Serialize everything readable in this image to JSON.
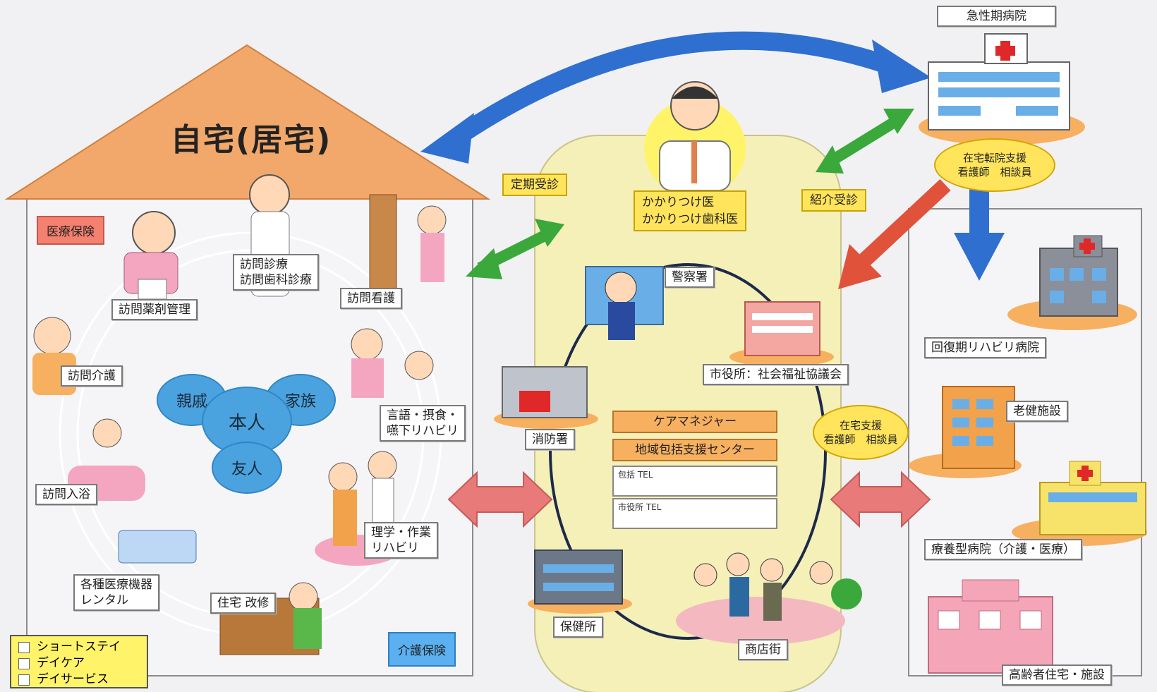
{
  "home": {
    "title": "自宅(居宅)",
    "medical_insurance": "医療保険",
    "care_insurance": "介護保険",
    "services": {
      "home_medical": "訪問診療\n訪問歯科診療",
      "home_pharmacy": "訪問薬剤管理",
      "home_nursing": "訪問看護",
      "home_care": "訪問介護",
      "speech_rehab": "言語・摂食・\n嚥下リハビリ",
      "home_bath": "訪問入浴",
      "pt_ot_rehab": "理学・作業\nリハビリ",
      "equipment_rental": "各種医療機器\nレンタル",
      "home_renovation": "住宅 改修"
    },
    "circle": {
      "self": "本人",
      "relatives": "親戚",
      "family": "家族",
      "friends": "友人"
    },
    "checklist": [
      "ショートステイ",
      "デイケア",
      "デイサービス"
    ]
  },
  "center": {
    "regular_visit": "定期受診",
    "referral_visit": "紹介受診",
    "family_doctor": "かかりつけ医\nかかりつけ歯科医",
    "police": "警察署",
    "city_office": "市役所：社会福祉協議会",
    "fire_station": "消防署",
    "care_manager": "ケアマネジャー",
    "community_center": "地域包括支援センター",
    "tel_center": "包括 TEL",
    "tel_city": "市役所 TEL",
    "health_center": "保健所",
    "shopping_street": "商店街",
    "home_support_oval": "在宅支援\n看護師　相談員"
  },
  "right": {
    "acute_hospital": "急性期病院",
    "transition_support_oval": "在宅転院支援\n看護師　相談員",
    "rehab_hospital": "回復期リハビリ病院",
    "elderly_facility": "老健施設",
    "long_term_hospital": "療養型病院（介護・医療）",
    "elderly_housing": "高齢者住宅・施設"
  },
  "colors": {
    "roof": "#f2a86a",
    "center_area": "#f4f0b8",
    "blue_arrow": "#2f6fd0",
    "green_arrow": "#3aa83a",
    "red_arrow": "#e0523a",
    "pink_arrow": "#e87a7a",
    "oval_yellow": "#ffe45c"
  }
}
